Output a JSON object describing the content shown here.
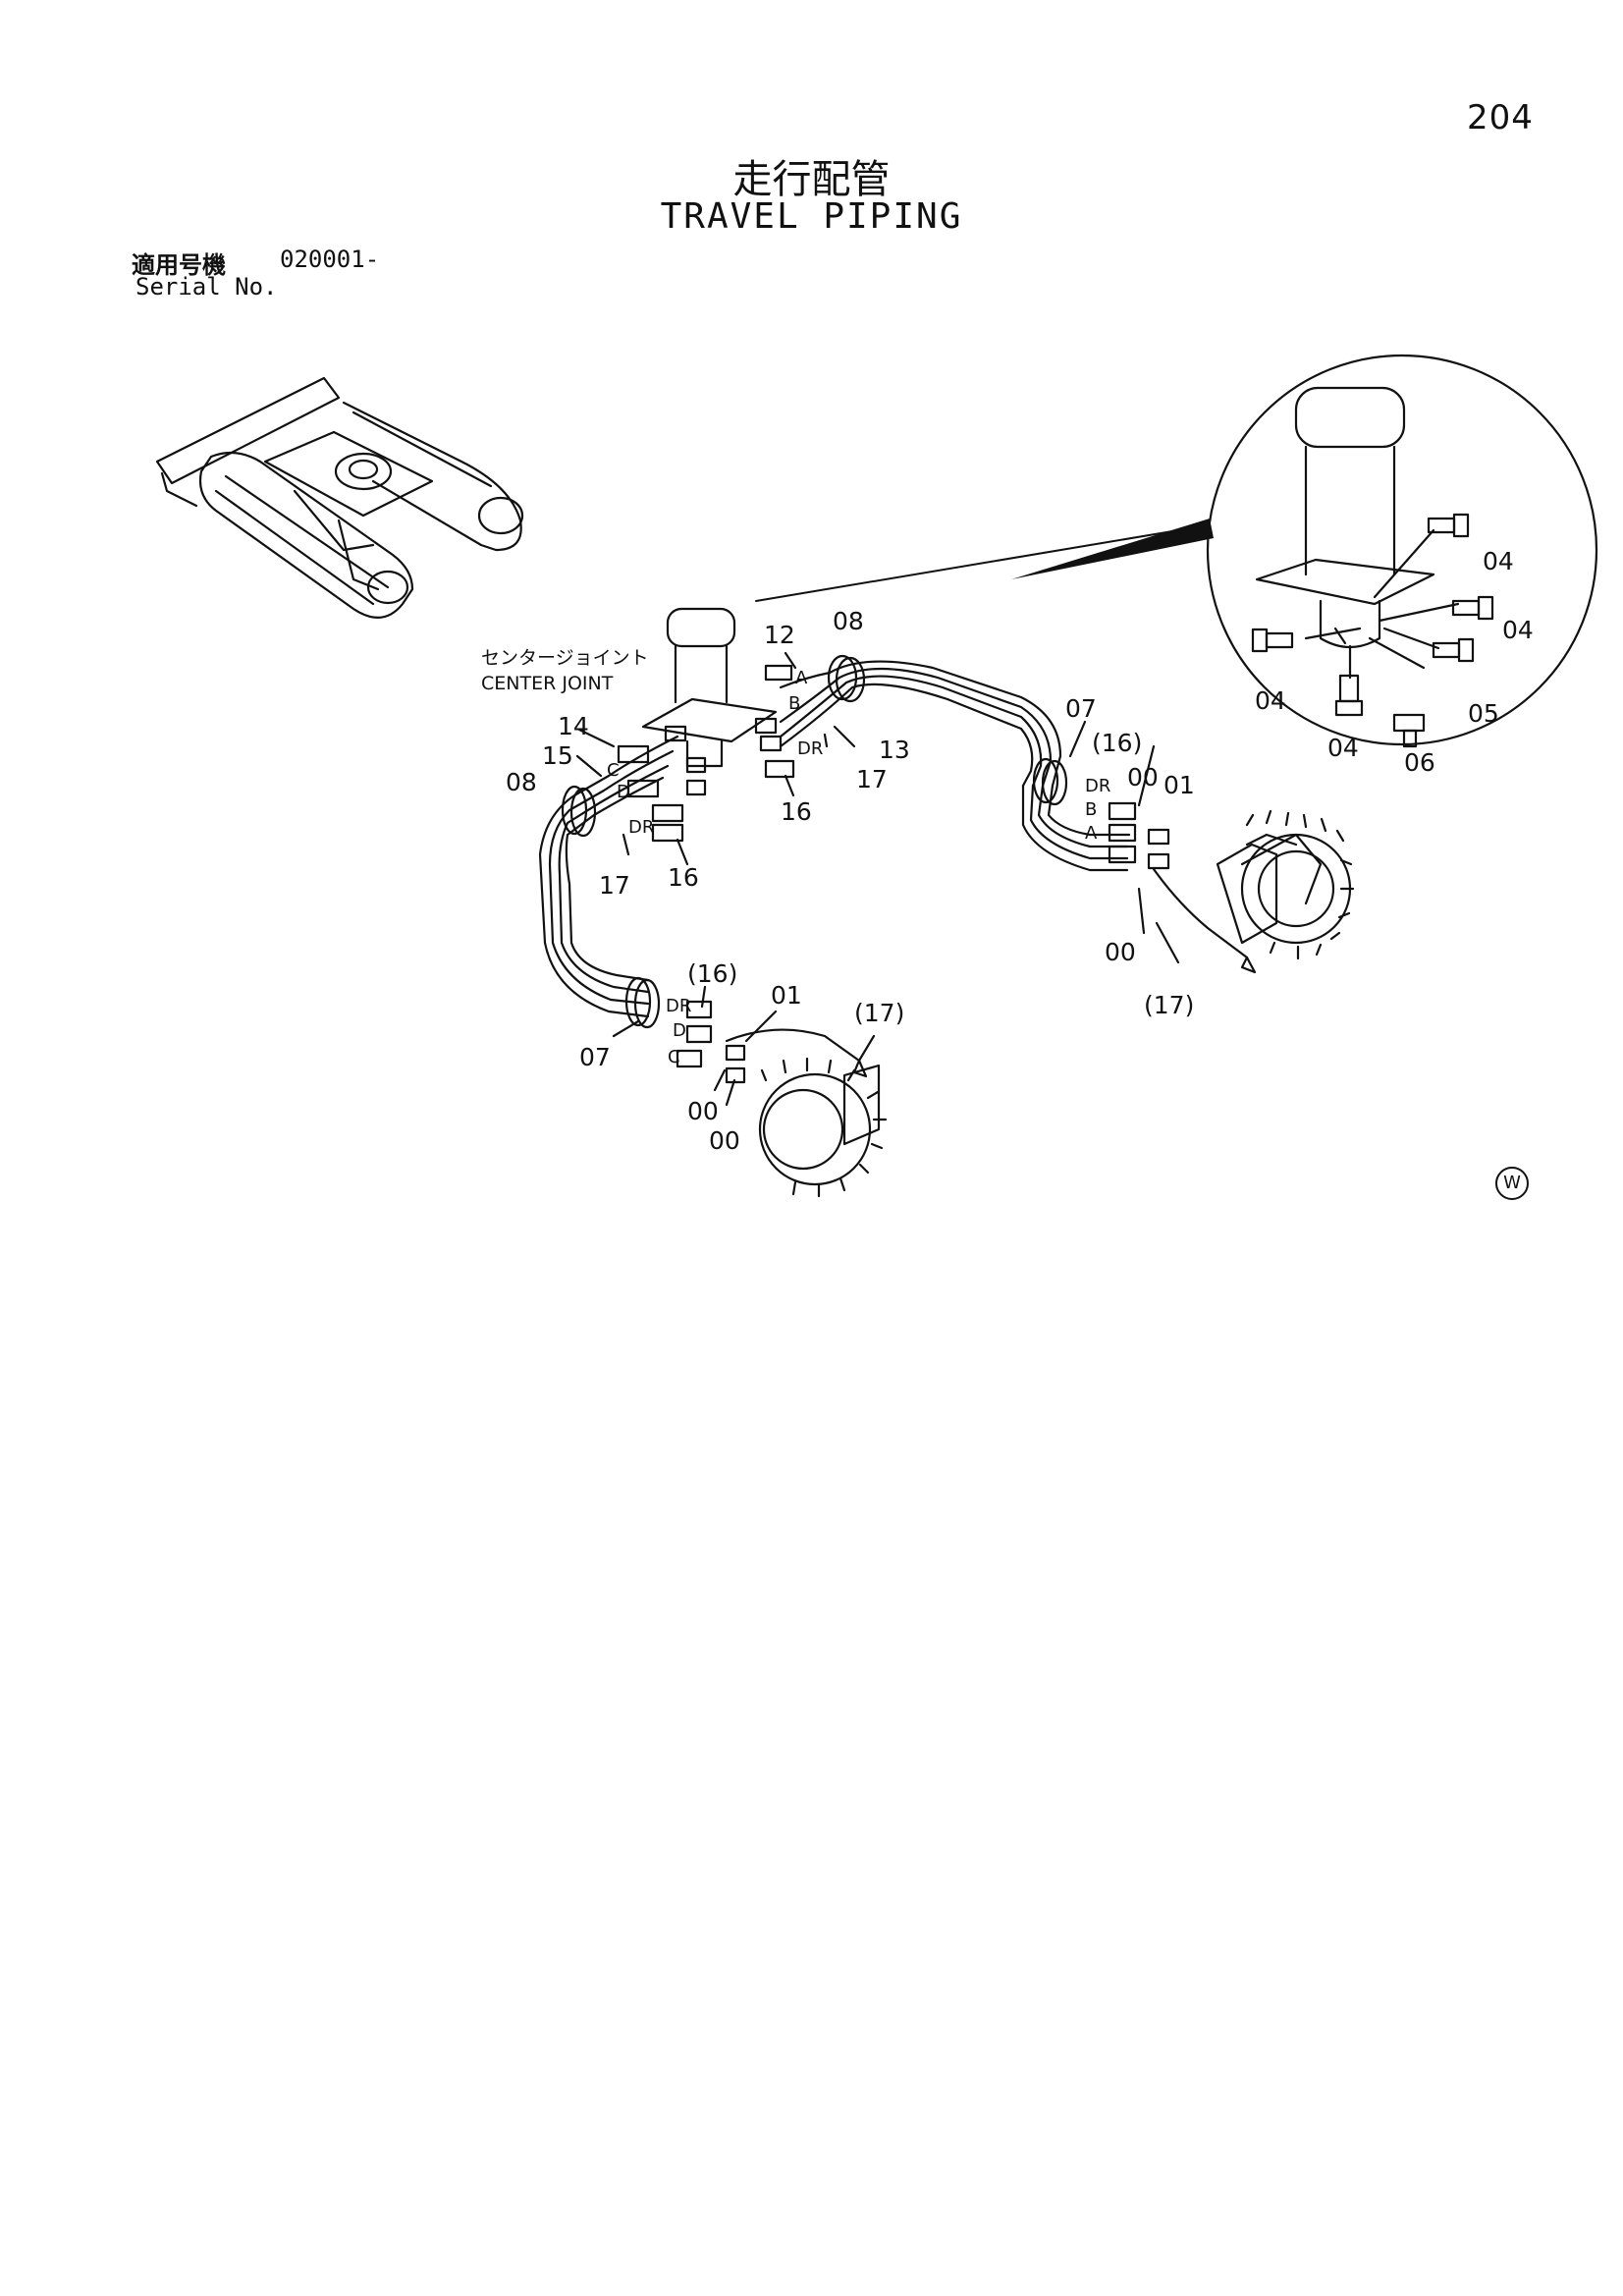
{
  "page_number": "204",
  "title_jp": "走行配管",
  "title_en": "TRAVEL PIPING",
  "serial": {
    "label_jp": "適用号機",
    "code": "020001-",
    "label_en": "Serial No."
  },
  "callouts": {
    "center_joint_jp": "センタージョイント",
    "center_joint_en": "CENTER JOINT",
    "n12": "12",
    "n08_top": "08",
    "n14": "14",
    "n15": "15",
    "n08_left": "08",
    "n13": "13",
    "n17_mid": "17",
    "n16_mid": "16",
    "n17_left": "17",
    "n16_left": "16",
    "n07_right": "07",
    "n16p_right": "(16)",
    "n00_right_top": "00",
    "n01_right": "01",
    "n00_right_bot": "00",
    "n17p_right": "(17)",
    "n16p_left": "(16)",
    "n01_left": "01",
    "n17p_left": "(17)",
    "n07_left": "07",
    "n00_left_a": "00",
    "n00_left_b": "00",
    "n04_a": "04",
    "n04_b": "04",
    "n04_c": "04",
    "n04_d": "04",
    "n05": "05",
    "n06": "06"
  },
  "port_marks": {
    "A_top": "A",
    "B_top": "B",
    "DR_top": "DR",
    "C_left": "C",
    "D_left": "D",
    "DR_left": "DR",
    "DR_right": "DR",
    "B_right": "B",
    "A_right": "A",
    "DR_bl": "DR",
    "D_bl": "D",
    "C_bl": "C"
  },
  "watermark": "W"
}
